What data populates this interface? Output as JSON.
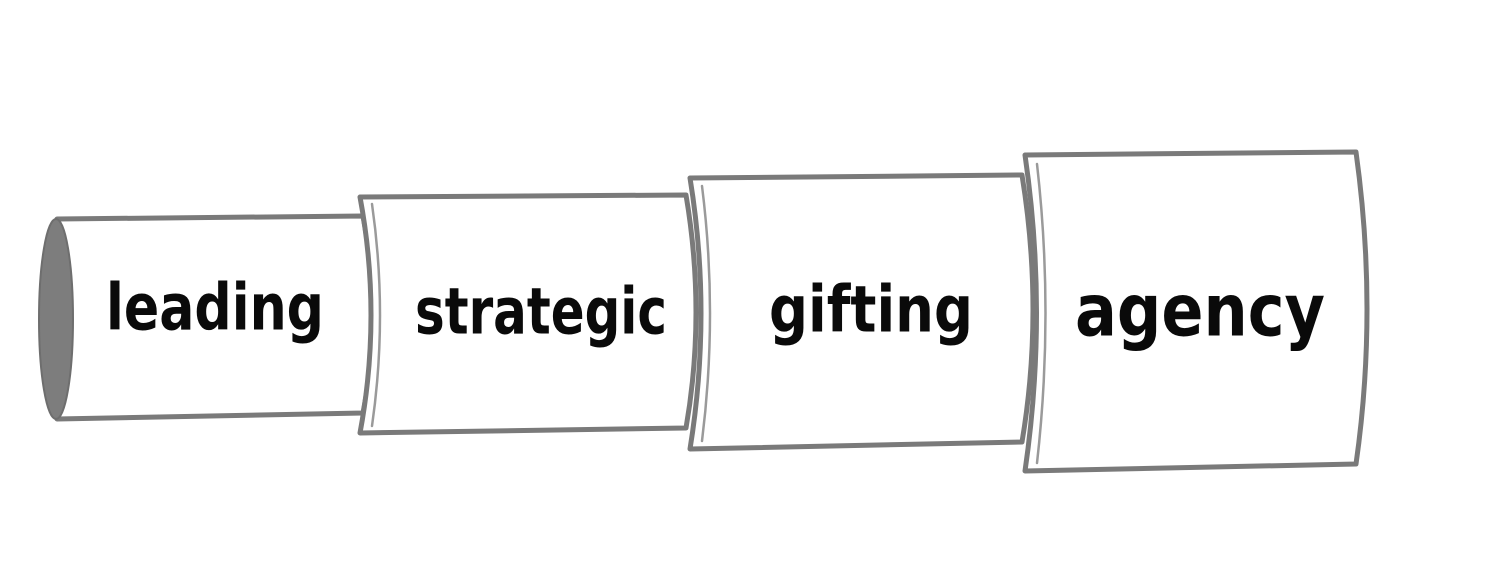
{
  "diagram": {
    "segments": [
      {
        "label": "leading"
      },
      {
        "label": "strategic"
      },
      {
        "label": "gifting"
      },
      {
        "label": "agency"
      }
    ],
    "colors": {
      "outline": "#7a7a7a",
      "opening": "#7d7d7d",
      "text": "#0a0a0a",
      "background": "#ffffff"
    }
  }
}
